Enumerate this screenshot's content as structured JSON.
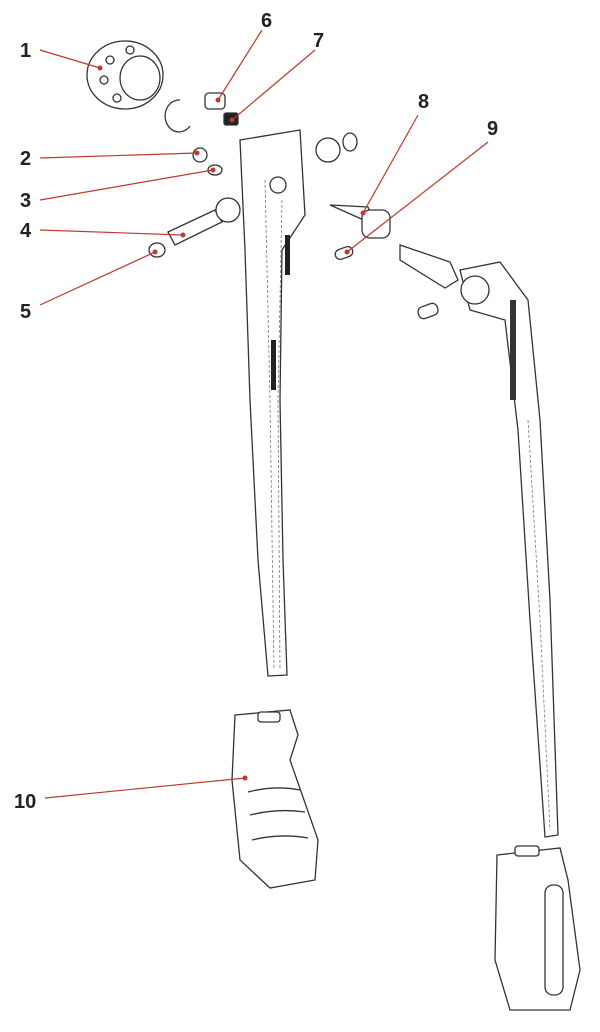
{
  "diagram": {
    "title": "Exploded parts view",
    "callouts": [
      {
        "label": "1"
      },
      {
        "label": "2"
      },
      {
        "label": "3"
      },
      {
        "label": "4"
      },
      {
        "label": "5"
      },
      {
        "label": "6"
      },
      {
        "label": "7"
      },
      {
        "label": "8"
      },
      {
        "label": "9"
      },
      {
        "label": "10"
      }
    ],
    "colors": {
      "leader": "#c0392b",
      "outline": "#333333"
    }
  }
}
